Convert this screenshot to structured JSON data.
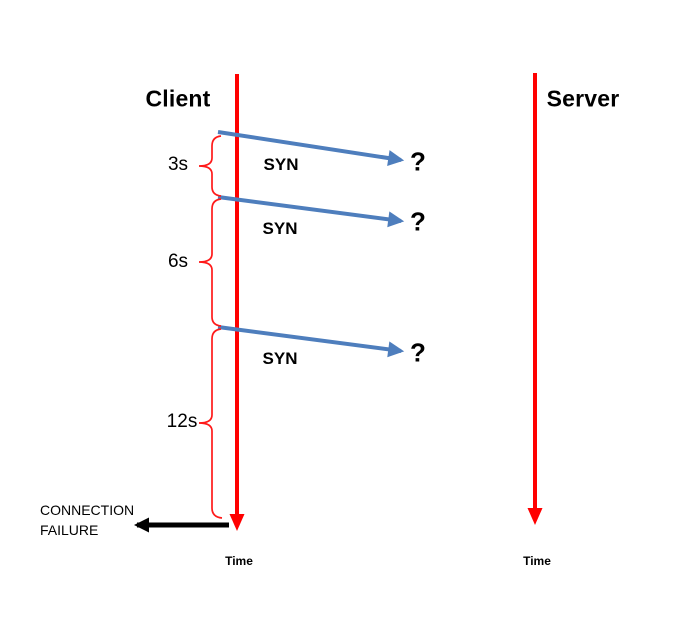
{
  "colors": {
    "timeline": "#FF0000",
    "brace": "#FF1A1A",
    "syn_arrow": "#4E7EBD",
    "failure_arrow": "#000000"
  },
  "client": {
    "label": "Client",
    "axis_label": "Time"
  },
  "server": {
    "label": "Server",
    "axis_label": "Time"
  },
  "attempts": [
    {
      "message": "SYN",
      "delivery_status": "?",
      "wait_interval": "3s"
    },
    {
      "message": "SYN",
      "delivery_status": "?",
      "wait_interval": "6s"
    },
    {
      "message": "SYN",
      "delivery_status": "?",
      "wait_interval": "12s"
    }
  ],
  "failure": {
    "label": "CONNECTION FAILURE"
  }
}
